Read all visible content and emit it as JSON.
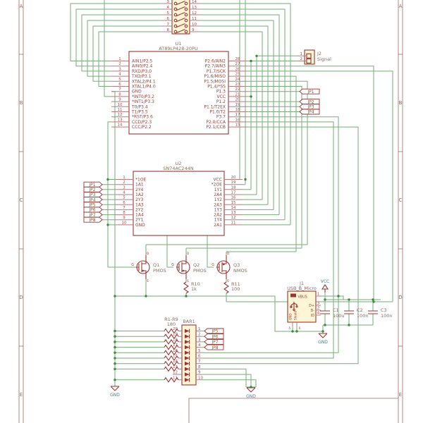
{
  "colors": {
    "wire": "#76ad76",
    "dot": "#3d8b3d",
    "component": "#9a3434",
    "body_fill": "#fdf5d3",
    "pin": "#b97a7a",
    "pin_number": "#a64d4d",
    "pin_name": "#94403a",
    "field": "#83705f",
    "global_label": "#7d5a32",
    "power": "#4b7f8a",
    "frame": "#9a6a6a"
  },
  "frame": {
    "rows": [
      "A",
      "B",
      "C",
      "D",
      "E"
    ]
  },
  "sw1": {
    "left_pins": [
      "3",
      "4",
      "5",
      "6",
      "7",
      "8"
    ],
    "right_pins": [
      "14",
      "13",
      "12",
      "11",
      "10",
      "9"
    ]
  },
  "u1": {
    "ref": "U1",
    "value": "AT89LP428-20PU",
    "left": [
      {
        "n": "1",
        "name": "AIN1/P2.5"
      },
      {
        "n": "2",
        "name": "AIN0/P2.4"
      },
      {
        "n": "3",
        "name": "RXD/P3.0"
      },
      {
        "n": "4",
        "name": "TXD/P3.1"
      },
      {
        "n": "5",
        "name": "XTAL2/P4.1"
      },
      {
        "n": "6",
        "name": "XTAL1/P4.0"
      },
      {
        "n": "7",
        "name": "GND"
      },
      {
        "n": "8",
        "name": "*INT0/P3.2"
      },
      {
        "n": "9",
        "name": "*INT1/P3.3"
      },
      {
        "n": "10",
        "name": "T0/P3.4"
      },
      {
        "n": "11",
        "name": "T1/P3.5"
      },
      {
        "n": "12",
        "name": "*RST/P3.6"
      },
      {
        "n": "13",
        "name": "CCD/P2.3"
      },
      {
        "n": "14",
        "name": "CCC/P2.2"
      }
    ],
    "right": [
      {
        "n": "28",
        "name": "P2.6/AIN2"
      },
      {
        "n": "27",
        "name": "P2.7/AIN3"
      },
      {
        "n": "26",
        "name": "P1.7/SCK"
      },
      {
        "n": "25",
        "name": "P1.6/MISO"
      },
      {
        "n": "24",
        "name": "P1.5/MOSI"
      },
      {
        "n": "23",
        "name": "P1.4/*SS"
      },
      {
        "n": "22",
        "name": "P1.3"
      },
      {
        "n": "21",
        "name": "VCC"
      },
      {
        "n": "20",
        "name": "P1.2"
      },
      {
        "n": "19",
        "name": "P1.1/T2EX"
      },
      {
        "n": "18",
        "name": "P1.0/T2"
      },
      {
        "n": "17",
        "name": "P3.7"
      },
      {
        "n": "16",
        "name": "P2.0/CCA"
      },
      {
        "n": "15",
        "name": "P2.1/CCB"
      }
    ]
  },
  "u2": {
    "ref": "U2",
    "value": "SN74AC244N",
    "left": [
      {
        "n": "1",
        "name": "*1OE"
      },
      {
        "n": "2",
        "name": "1A1"
      },
      {
        "n": "3",
        "name": "2Y4"
      },
      {
        "n": "4",
        "name": "1A2"
      },
      {
        "n": "5",
        "name": "2Y3"
      },
      {
        "n": "6",
        "name": "1A3"
      },
      {
        "n": "7",
        "name": "2Y2"
      },
      {
        "n": "8",
        "name": "1A4"
      },
      {
        "n": "9",
        "name": "2Y1"
      },
      {
        "n": "10",
        "name": "GND"
      }
    ],
    "right": [
      {
        "n": "20",
        "name": "VCC"
      },
      {
        "n": "19",
        "name": "*2OE"
      },
      {
        "n": "18",
        "name": "1Y1"
      },
      {
        "n": "17",
        "name": "2A4"
      },
      {
        "n": "16",
        "name": "1Y2"
      },
      {
        "n": "15",
        "name": "2A3"
      },
      {
        "n": "14",
        "name": "1Y3"
      },
      {
        "n": "13",
        "name": "2A2"
      },
      {
        "n": "12",
        "name": "1Y4"
      },
      {
        "n": "11",
        "name": "2A1"
      }
    ]
  },
  "j2": {
    "ref": "J2",
    "value": "Signal",
    "pins": [
      "1",
      "2"
    ]
  },
  "jp_u1": [
    "JP1",
    "JP2",
    "JP3",
    "JP4"
  ],
  "jp_u2": [
    "JP1",
    "JP2",
    "JP3",
    "JP4",
    "JP5",
    "JP6",
    "JP7",
    "JP8"
  ],
  "jp_bar": [
    "JP5",
    "JP6",
    "JP7",
    "JP8"
  ],
  "transistors": [
    {
      "ref": "Q1",
      "value": "PMOS"
    },
    {
      "ref": "Q2",
      "value": "PMOS"
    },
    {
      "ref": "Q3",
      "value": "NMOS"
    }
  ],
  "mos_pins": {
    "g": "G",
    "d": "D",
    "s": "S"
  },
  "r10": {
    "ref": "R10",
    "value": "1k"
  },
  "r11": {
    "ref": "R11",
    "value": "100"
  },
  "rpack": {
    "ref": "R1-R9",
    "value": "180"
  },
  "bar1": {
    "ref": "BAR1",
    "left_pins": [
      "20",
      "19",
      "18",
      "17",
      "16",
      "15",
      "14",
      "13",
      "12",
      "11"
    ],
    "right_pins": [
      "1",
      "2",
      "3",
      "4",
      "5",
      "6",
      "7",
      "8",
      "9",
      "10"
    ]
  },
  "j1": {
    "ref": "J1",
    "value": "USB_B_Micro",
    "pins": {
      "vbus": {
        "n": "1",
        "name": "VBUS"
      },
      "dp": {
        "n": "3",
        "name": "D+"
      },
      "dm": {
        "n": "2",
        "name": "D-"
      },
      "id": {
        "n": "4",
        "name": "ID"
      },
      "gnd": {
        "n": "5",
        "name": "GND"
      },
      "shield": {
        "n": "6",
        "name": "Shield"
      }
    }
  },
  "caps": [
    {
      "ref": "C1",
      "value": "100u"
    },
    {
      "ref": "C2",
      "value": "100n"
    },
    {
      "ref": "C3",
      "value": "100n"
    }
  ],
  "power": {
    "vcc": "VCC",
    "gnd": "GND"
  }
}
